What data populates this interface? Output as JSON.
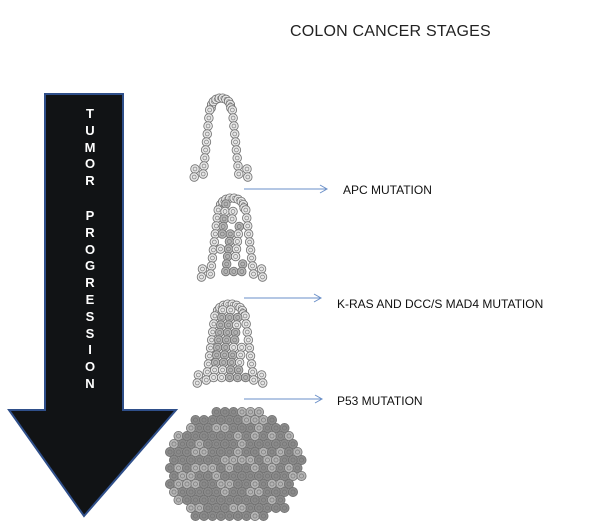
{
  "title": "COLON CANCER STAGES",
  "arrow": {
    "word1": "TUMOR",
    "word2": "PROGRESSION",
    "fill": "#111315",
    "outline": "#2f4f8a"
  },
  "stages": [
    {
      "label": "APC MUTATION"
    },
    {
      "label": "K-RAS AND DCC/S MAD4  MUTATION"
    },
    {
      "label": "P53 MUTATION"
    }
  ],
  "colors": {
    "connector": "#6a8fc8",
    "cell_light": "#e6e6e6",
    "cell_mid": "#b4b4b4",
    "cell_dark": "#8a8a8a",
    "cell_outline": "#707070"
  }
}
